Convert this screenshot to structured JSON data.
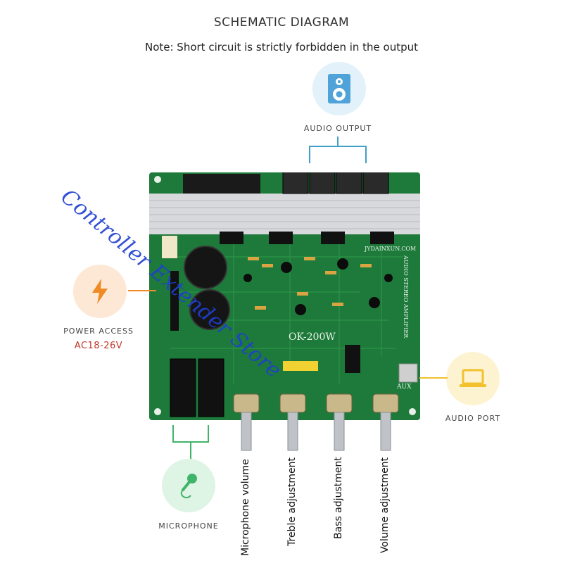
{
  "header": {
    "title": "SCHEMATIC DIAGRAM",
    "note": "Note: Short circuit is strictly forbidden in the output"
  },
  "callouts": {
    "audio_output": {
      "label": "AUDIO OUTPUT",
      "icon": "speaker-icon"
    },
    "power_access": {
      "label": "POWER ACCESS",
      "voltage": "AC18-26V",
      "icon": "lightning-icon"
    },
    "audio_port": {
      "label": "AUDIO PORT",
      "icon": "laptop-icon"
    },
    "microphone": {
      "label": "MICROPHONE",
      "icon": "microphone-icon"
    }
  },
  "board": {
    "model": "OK-200W",
    "site": "JYDAINXUN.COM",
    "side_text": "AUDIO STEREO AMPLIFIER",
    "aux": "AUX"
  },
  "knobs": [
    {
      "label": "Microphone volume"
    },
    {
      "label": "Treble adjustment"
    },
    {
      "label": "Bass adjustment"
    },
    {
      "label": "Volume adjustment"
    }
  ],
  "watermark": "Controller Extender Store",
  "colors": {
    "pcb": "#1e7a3a",
    "heatsink": "#d7d9dc",
    "accent_orange": "#f08a24",
    "accent_blue": "#4fa3d8",
    "accent_green": "#3fb46a",
    "accent_yellow": "#f2c12e",
    "ac_text": "#c0392b"
  }
}
